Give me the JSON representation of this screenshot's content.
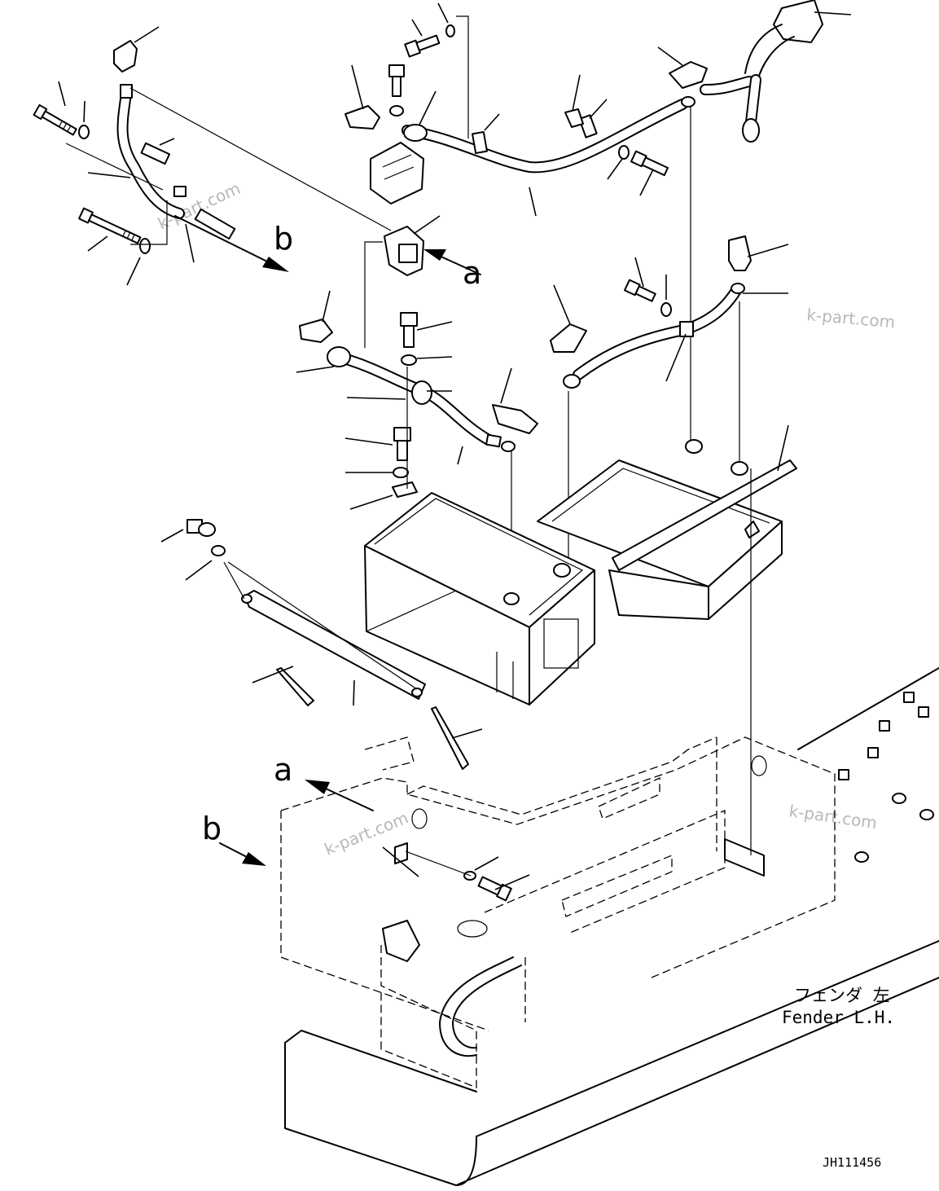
{
  "labels": {
    "view_a": "a",
    "view_b": "b"
  },
  "note": {
    "japanese": "フェンダ 左",
    "english": "Fender L.H."
  },
  "watermark": "k-part.com",
  "drawing_code": "JH111456",
  "colors": {
    "line": "#000000",
    "background": "#ffffff",
    "watermark": "#b8b8b8"
  }
}
